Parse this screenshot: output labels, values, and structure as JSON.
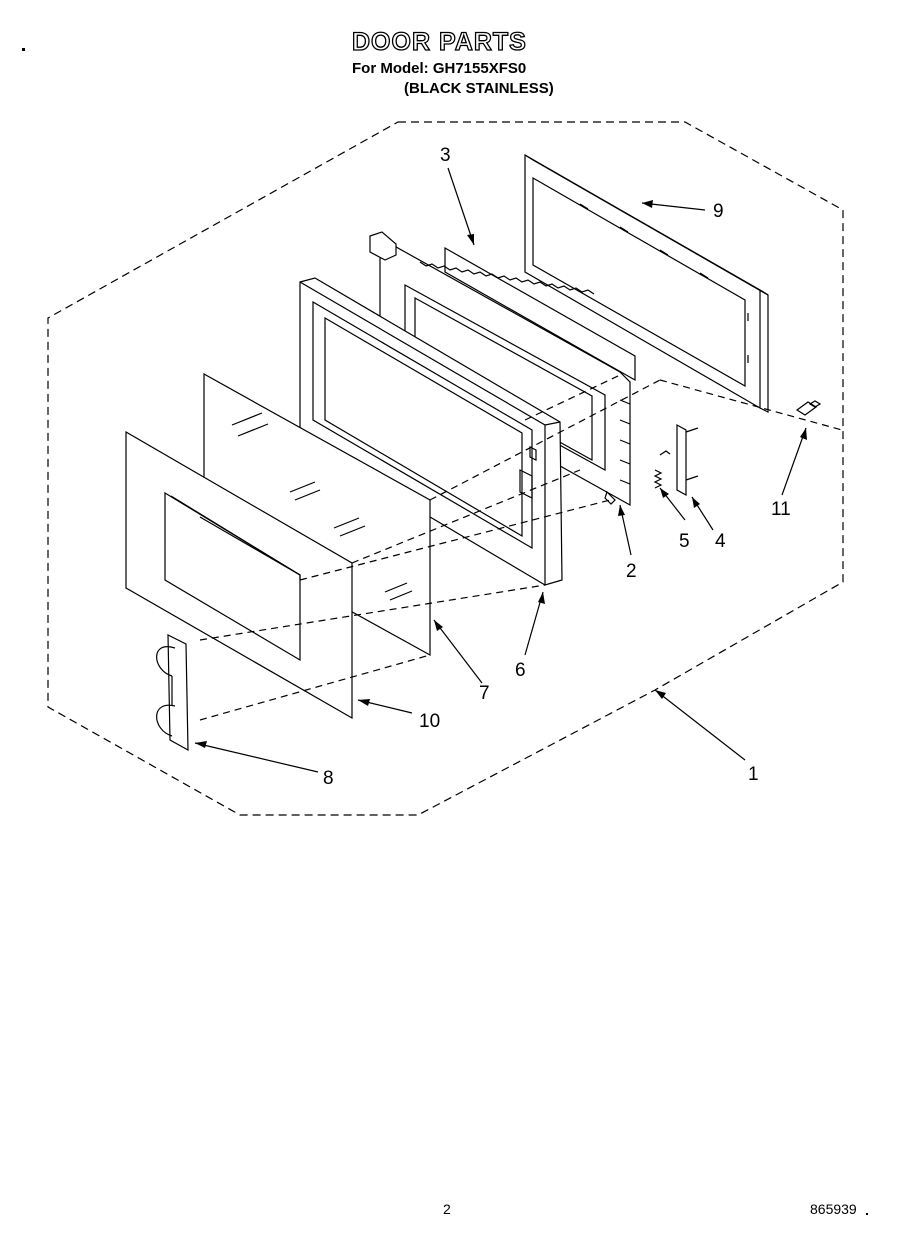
{
  "header": {
    "title": "DOOR PARTS",
    "model_line": "For Model: GH7155XFS0",
    "variant_line": "(BLACK STAINLESS)"
  },
  "callouts": [
    "1",
    "2",
    "3",
    "4",
    "5",
    "6",
    "7",
    "8",
    "9",
    "10",
    "11"
  ],
  "footer": {
    "page_number": "2",
    "document_number": "865939"
  }
}
